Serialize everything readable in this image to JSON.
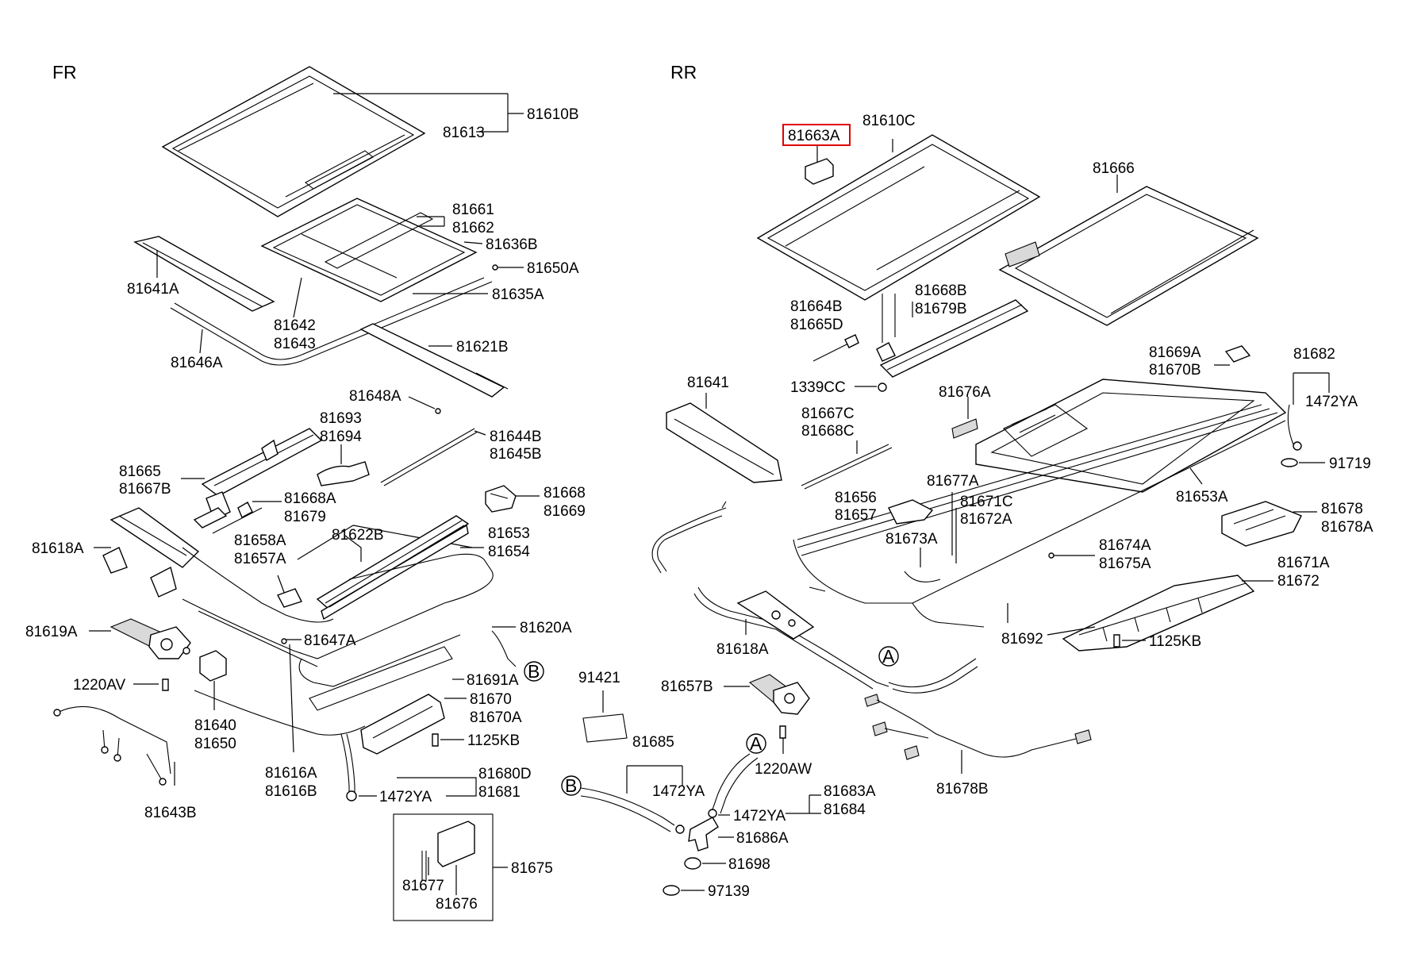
{
  "sections": {
    "front": "FR",
    "rear": "RR"
  },
  "circle_refs": {
    "a": "A",
    "b": "B"
  },
  "highlight_color": "#e00000",
  "highlighted_part": "81663A",
  "labels": {
    "p81610B": "81610B",
    "p81613": "81613",
    "p81661": "81661",
    "p81662": "81662",
    "p81636B": "81636B",
    "p81650A": "81650A",
    "p81641A": "81641A",
    "p81642": "81642",
    "p81643": "81643",
    "p81635A": "81635A",
    "p81646A": "81646A",
    "p81621B": "81621B",
    "p81648A": "81648A",
    "p81693": "81693",
    "p81694": "81694",
    "p81644B": "81644B",
    "p81645B": "81645B",
    "p81665": "81665",
    "p81667B": "81667B",
    "p81668": "81668",
    "p81669": "81669",
    "p81668A": "81668A",
    "p81679": "81679",
    "p81618A": "81618A",
    "p81658A": "81658A",
    "p81657A": "81657A",
    "p81622B": "81622B",
    "p81653": "81653",
    "p81654": "81654",
    "p81619A": "81619A",
    "p81620A": "81620A",
    "p81647A": "81647A",
    "p1220AV": "1220AV",
    "p81691A": "81691A",
    "p81640": "81640",
    "p81650": "81650",
    "p81670": "81670",
    "p81670A": "81670A",
    "p1125KB_f": "1125KB",
    "p81616A": "81616A",
    "p81616B": "81616B",
    "p81680D": "81680D",
    "p81681": "81681",
    "p1472YA_f": "1472YA",
    "p81643B": "81643B",
    "p81675": "81675",
    "p81677": "81677",
    "p81676": "81676",
    "p81663A": "81663A",
    "p81610C": "81610C",
    "p81666": "81666",
    "p81664B": "81664B",
    "p81665D": "81665D",
    "p81668B": "81668B",
    "p81679B": "81679B",
    "p81641": "81641",
    "p1339CC": "1339CC",
    "p81676A": "81676A",
    "p81669A": "81669A",
    "p81670B": "81670B",
    "p81682": "81682",
    "p1472YA_r1": "1472YA",
    "p81667C": "81667C",
    "p81668C": "81668C",
    "p91719": "91719",
    "p81656": "81656",
    "p81657": "81657",
    "p81677A": "81677A",
    "p81671C": "81671C",
    "p81672A": "81672A",
    "p81653A": "81653A",
    "p81678": "81678",
    "p81678A": "81678A",
    "p81673A": "81673A",
    "p81674A": "81674A",
    "p81675A": "81675A",
    "p81671A": "81671A",
    "p81672": "81672",
    "p81618A_r": "81618A",
    "p81692": "81692",
    "p1125KB_r": "1125KB",
    "p91421": "91421",
    "p81657B": "81657B",
    "p81685": "81685",
    "p1472YA_r2": "1472YA",
    "p1220AW": "1220AW",
    "p81683A": "81683A",
    "p81684": "81684",
    "p1472YA_r3": "1472YA",
    "p81686A": "81686A",
    "p81698": "81698",
    "p97139": "97139",
    "p81678B": "81678B"
  }
}
